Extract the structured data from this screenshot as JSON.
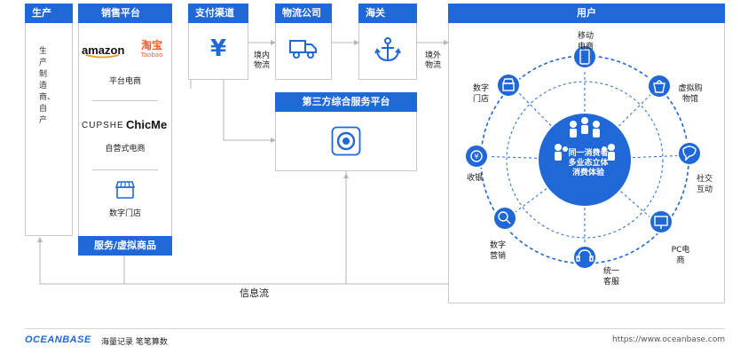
{
  "production": {
    "title": "生产",
    "vertical_text": "生产制造商、自产"
  },
  "sales": {
    "title": "销售平台",
    "logos": {
      "amazon": "amazon",
      "taobao_cn": "淘宝",
      "taobao_en": "Taobao",
      "cupshe": "CUPSHE",
      "chicme": "ChicMe"
    },
    "platform_ecommerce": "平台电商",
    "self_ecommerce": "自营式电商",
    "digital_store": "数字门店",
    "footer": "服务/虚拟商品"
  },
  "payment": {
    "title": "支付渠道",
    "symbol": "¥"
  },
  "logistics": {
    "title": "物流公司"
  },
  "customs": {
    "title": "海关"
  },
  "third_party": {
    "title": "第三方综合服务平台"
  },
  "flows": {
    "domestic": "境内物流",
    "overseas": "境外物流",
    "info": "信息流"
  },
  "user": {
    "title": "用户",
    "center": [
      "同一消费者",
      "多业态立体",
      "消费体验"
    ],
    "nodes": {
      "mobile": "移动电商",
      "virtual": "虚拟购物馆",
      "social": "社交互动",
      "pc": "PC电商",
      "service": "统一客服",
      "marketing": "数字营销",
      "cashier": "收银",
      "store": "数字门店"
    }
  },
  "footer": {
    "brand": "OCEANBASE",
    "slogan": "海量记录 笔笔算数",
    "url": "https://www.oceanbase.com"
  },
  "colors": {
    "accent": "#2067d8",
    "border": "#c9c9c9",
    "ring": "#4d8eea"
  }
}
